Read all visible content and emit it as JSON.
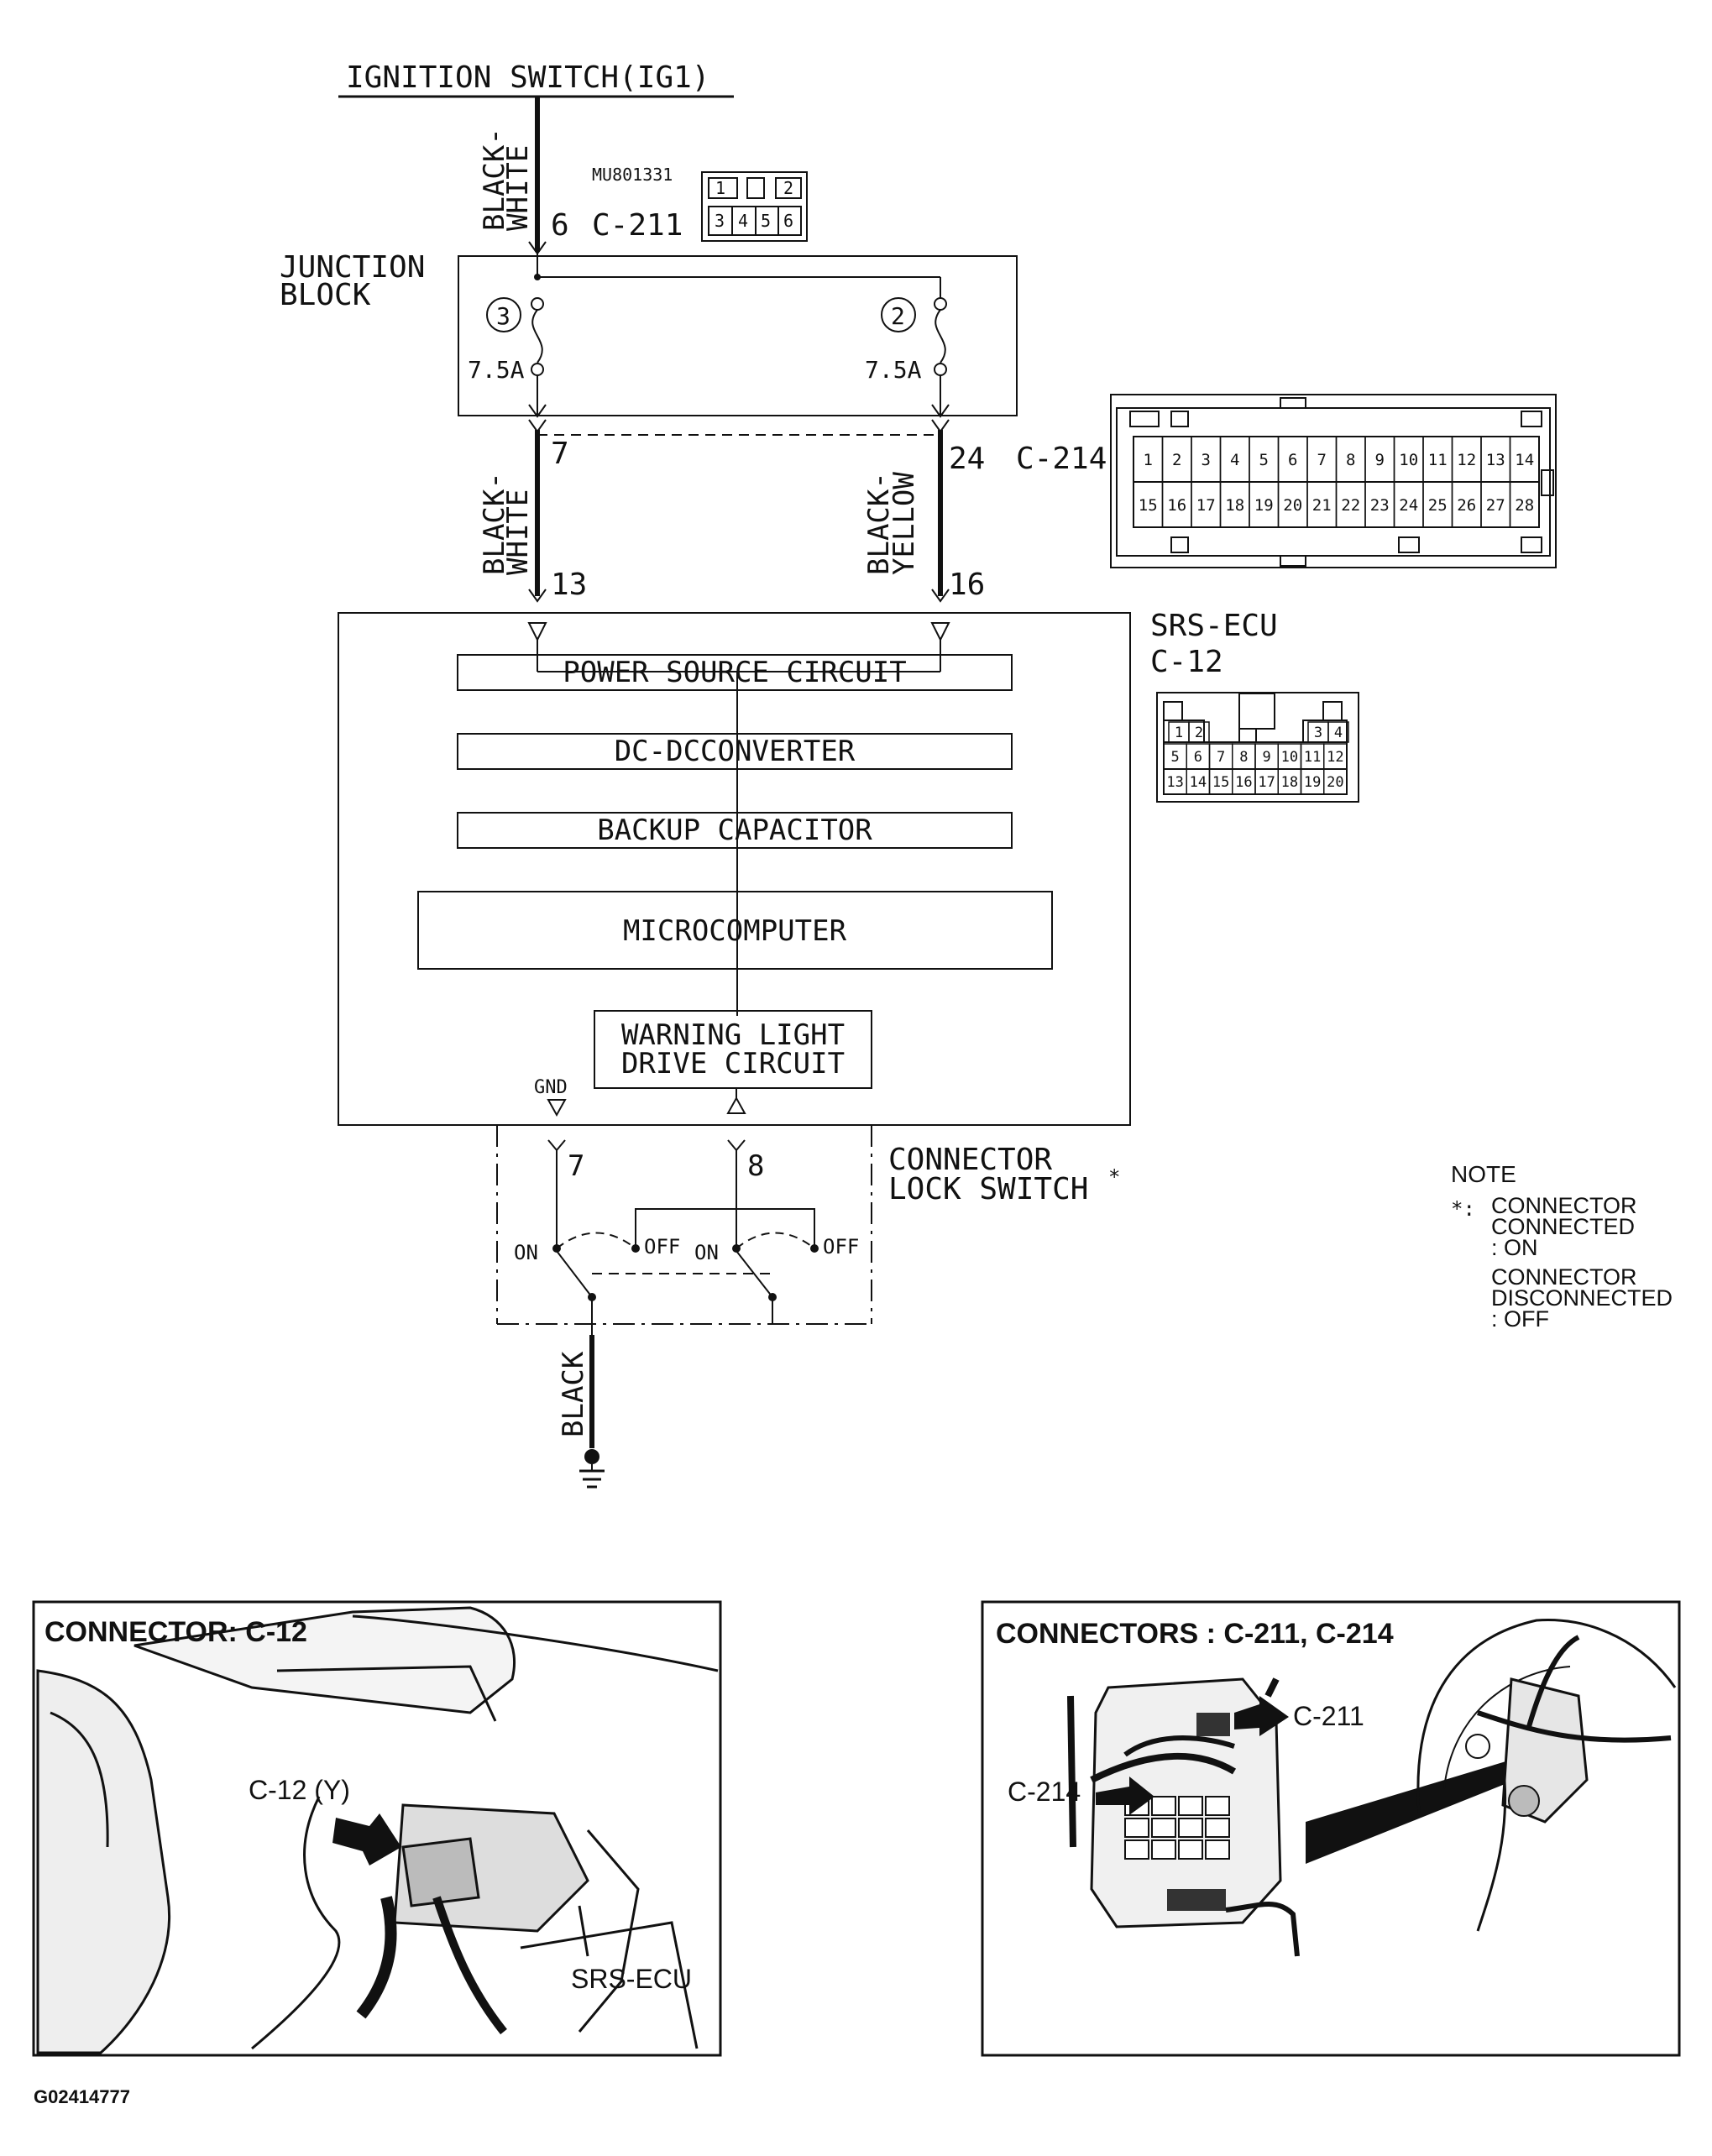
{
  "diagram": {
    "ignition_label": "IGNITION SWITCH(IG1)",
    "c211": {
      "part_no": "MU801331",
      "pin": "6",
      "id": "C-211",
      "face_pins": [
        "1",
        "2",
        "3",
        "4",
        "5",
        "6"
      ]
    },
    "junction_block": {
      "label_line1": "JUNCTION",
      "label_line2": "BLOCK",
      "fuse_left_no": "3",
      "fuse_right_no": "2",
      "fuse_left_rating": "7.5A",
      "fuse_right_rating": "7.5A",
      "out_pin_left": "7",
      "out_pin_right": "24"
    },
    "c214": {
      "id": "C-214",
      "row1": [
        "1",
        "2",
        "3",
        "4",
        "5",
        "6",
        "7",
        "8",
        "9",
        "10",
        "11",
        "12",
        "13",
        "14"
      ],
      "row2": [
        "15",
        "16",
        "17",
        "18",
        "19",
        "20",
        "21",
        "22",
        "23",
        "24",
        "25",
        "26",
        "27",
        "28"
      ]
    },
    "wires": {
      "top": {
        "l1": "BLACK-",
        "l2": "WHITE"
      },
      "left": {
        "l1": "BLACK-",
        "l2": "WHITE"
      },
      "right": {
        "l1": "BLACK-",
        "l2": "YELLOW"
      },
      "ground": "BLACK"
    },
    "srs_ecu": {
      "label": "SRS-ECU",
      "connector": "C-12",
      "in_pin_left": "13",
      "in_pin_right": "16",
      "blocks": {
        "power": "POWER SOURCE CIRCUIT",
        "dcdc": "DC-DCCONVERTER",
        "backup": "BACKUP CAPACITOR",
        "micro": "MICROCOMPUTER",
        "warn1": "WARNING LIGHT",
        "warn2": "DRIVE CIRCUIT"
      },
      "gnd": "GND",
      "pin_gnd": "7",
      "pin_sw": "8",
      "face_row1": [
        "1",
        "2",
        "3",
        "4"
      ],
      "face_row2": [
        "5",
        "6",
        "7",
        "8",
        "9",
        "10",
        "11",
        "12"
      ],
      "face_row3": [
        "13",
        "14",
        "15",
        "16",
        "17",
        "18",
        "19",
        "20"
      ]
    },
    "lock_switch": {
      "label_line1": "CONNECTOR",
      "label_line2": "LOCK SWITCH",
      "asterisk": "*",
      "on": "ON",
      "off": "OFF"
    },
    "note": {
      "title": "NOTE",
      "star": "*:",
      "a1": "CONNECTOR",
      "a2": "CONNECTED",
      "a3": ": ON",
      "b1": "CONNECTOR",
      "b2": "DISCONNECTED",
      "b3": ": OFF"
    }
  },
  "photos": {
    "left": {
      "title": "CONNECTOR: C-12",
      "callout": "C-12 (Y)",
      "ecu": "SRS-ECU"
    },
    "right": {
      "title": "CONNECTORS : C-211, C-214",
      "c211": "C-211",
      "c214": "C-214"
    }
  },
  "figure_code": "G02414777"
}
